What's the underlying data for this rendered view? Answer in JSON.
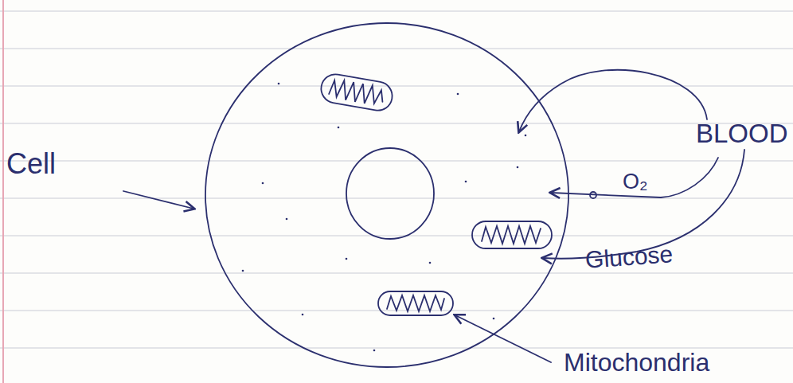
{
  "diagram": {
    "labels": [
      "Cell",
      "BLOOD",
      "O₂",
      "Glucose",
      "Mitochondria"
    ]
  }
}
